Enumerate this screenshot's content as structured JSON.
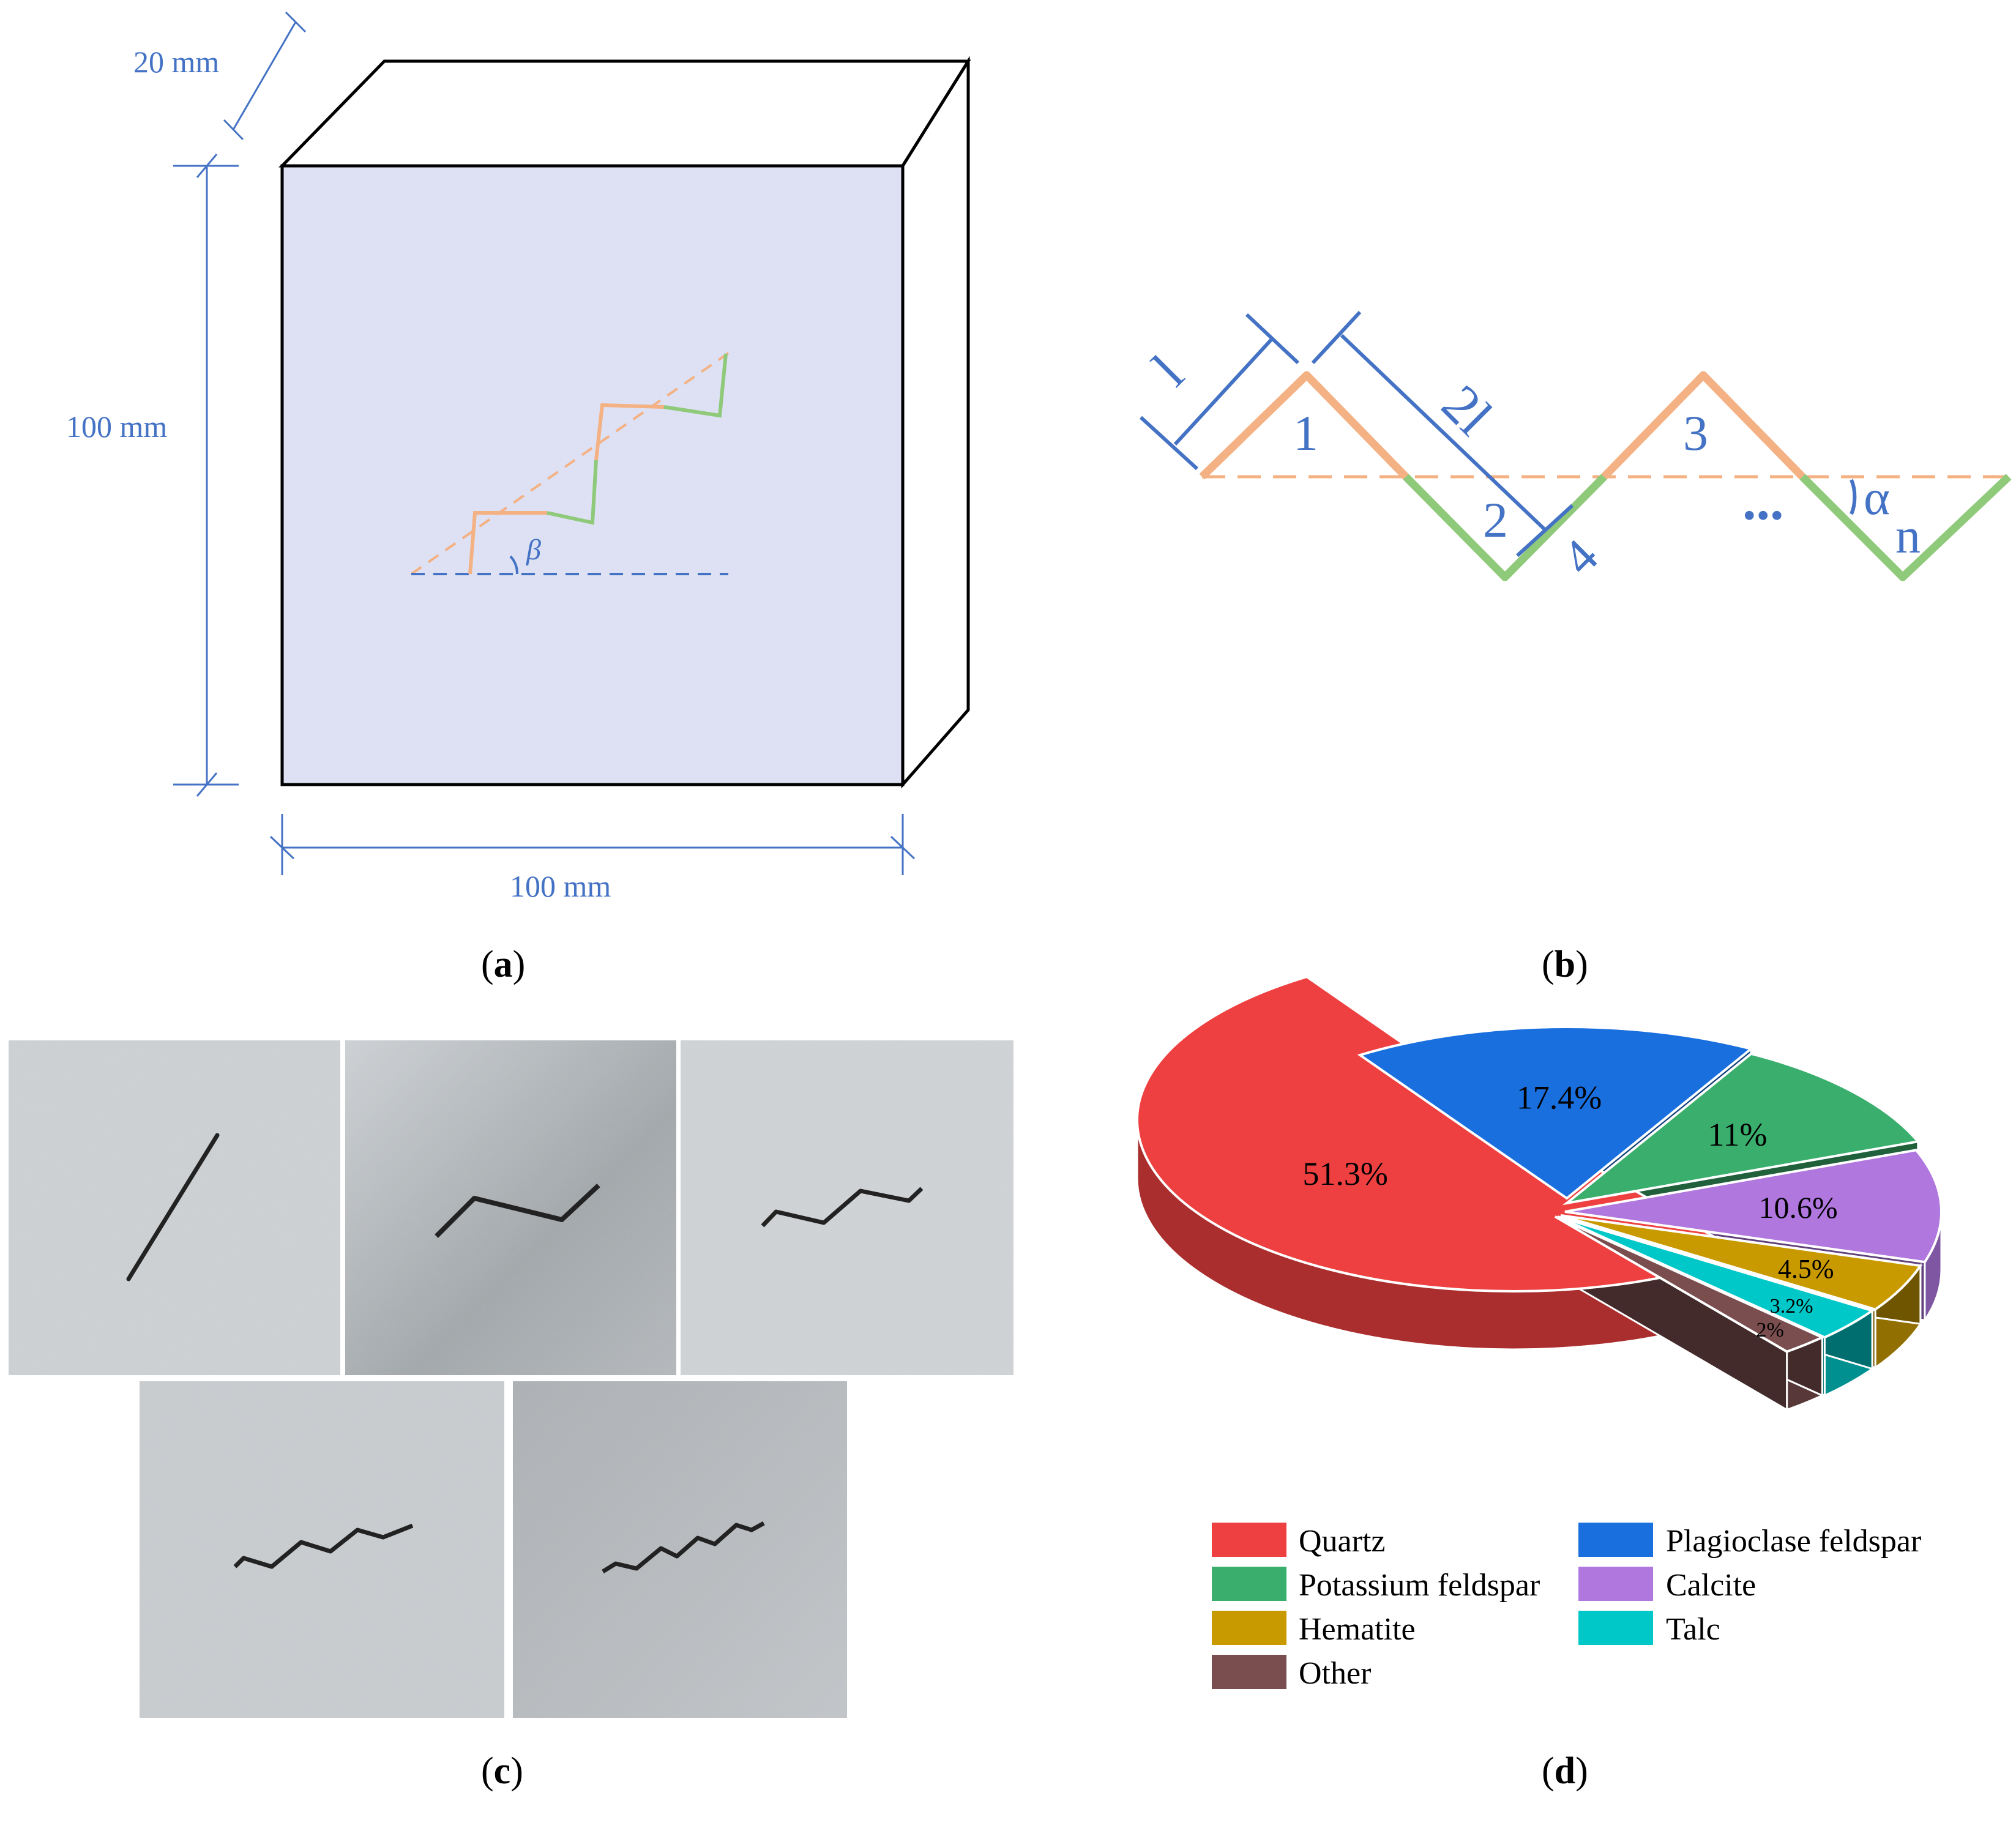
{
  "panels": {
    "a": {
      "caption_open": "(",
      "caption_letter": "a",
      "caption_close": ")",
      "depth_label": "20 mm",
      "height_label": "100 mm",
      "width_label": "100 mm",
      "angle_symbol": "β"
    },
    "b": {
      "caption_open": "(",
      "caption_letter": "b",
      "caption_close": ")",
      "segment_length_label": "l",
      "double_length_label": "2l",
      "segment_labels": [
        "1",
        "2",
        "3",
        "4"
      ],
      "ellipsis": "...",
      "last_segment_label": "n",
      "angle_symbol": "α"
    },
    "c": {
      "caption_open": "(",
      "caption_letter": "c",
      "caption_close": ")",
      "photo_count": 5,
      "crack_segment_counts": [
        1,
        3,
        5,
        7,
        9
      ]
    },
    "d": {
      "caption_open": "(",
      "caption_letter": "d",
      "caption_close": ")"
    }
  },
  "colors": {
    "dimension_blue": "#4472c4",
    "specimen_face": "#dde1f3",
    "orange": "#f4b183",
    "green": "#8fc97a",
    "black": "#000000"
  },
  "chart_data": {
    "type": "pie",
    "style": "3d-exploded",
    "categories": [
      "Quartz",
      "Plagioclase feldspar",
      "Potassium feldspar",
      "Calcite",
      "Hematite",
      "Talc",
      "Other"
    ],
    "values": [
      51.3,
      17.4,
      11,
      10.6,
      4.5,
      3.2,
      2
    ],
    "value_labels": [
      "51.3%",
      "17.4%",
      "11%",
      "10.6%",
      "4.5%",
      "3.2%",
      "2%"
    ],
    "colors": [
      "#ee4040",
      "#1a6fde",
      "#3aae6c",
      "#b077df",
      "#c99a00",
      "#00c8c8",
      "#7a4e4e"
    ],
    "legend": [
      "Quartz",
      "Plagioclase feldspar",
      "Potassium feldspar",
      "Calcite",
      "Hematite",
      "Talc",
      "Other"
    ],
    "legend_position": "bottom"
  }
}
